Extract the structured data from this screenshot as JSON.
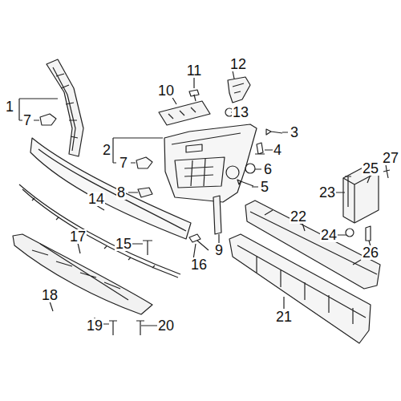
{
  "diagram": {
    "labels": [
      "11",
      "12",
      "10",
      "13",
      "1",
      "7",
      "3",
      "2",
      "7",
      "4",
      "6",
      "5",
      "14",
      "8",
      "27",
      "25",
      "23",
      "22",
      "17",
      "15",
      "16",
      "9",
      "24",
      "26",
      "18",
      "21",
      "19",
      "20"
    ]
  }
}
